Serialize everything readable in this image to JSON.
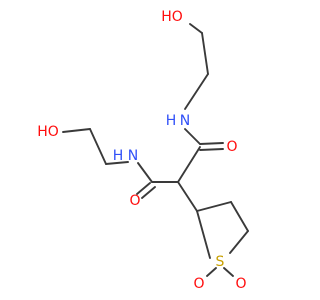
{
  "structure": {
    "atoms": [
      {
        "id": "O1",
        "label": "HO",
        "element": "O",
        "color": "#ff0d0d"
      },
      {
        "id": "N1",
        "label": "N",
        "element": "N",
        "color": "#3050f8"
      },
      {
        "id": "H1",
        "label": "H",
        "element": "H",
        "color": "#3050f8"
      },
      {
        "id": "O2",
        "label": "O",
        "element": "O",
        "color": "#ff0d0d"
      },
      {
        "id": "O3",
        "label": "HO",
        "element": "O",
        "color": "#ff0d0d"
      },
      {
        "id": "N2",
        "label": "N",
        "element": "N",
        "color": "#3050f8"
      },
      {
        "id": "H2",
        "label": "H",
        "element": "H",
        "color": "#3050f8"
      },
      {
        "id": "O4",
        "label": "O",
        "element": "O",
        "color": "#ff0d0d"
      },
      {
        "id": "S1",
        "label": "S",
        "element": "S",
        "color": "#c8a000"
      },
      {
        "id": "O5",
        "label": "O",
        "element": "O",
        "color": "#ff0d0d"
      },
      {
        "id": "O6",
        "label": "O",
        "element": "O",
        "color": "#ff0d0d"
      }
    ],
    "bond_color": "#3a3a3a"
  }
}
